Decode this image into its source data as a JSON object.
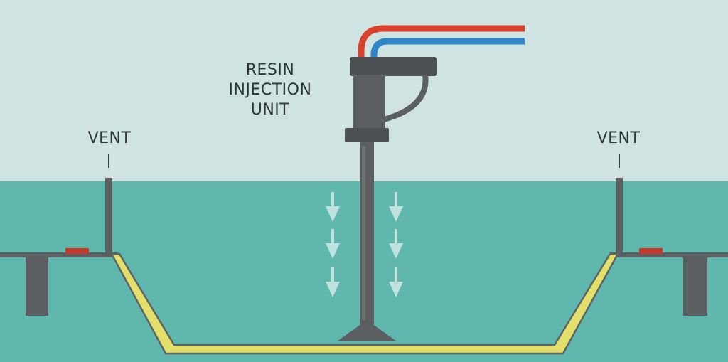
{
  "labels": {
    "resin_injection_unit": [
      "RESIN",
      "INJECTION",
      "UNIT"
    ],
    "vent_left": "VENT",
    "vent_right": "VENT"
  },
  "colors": {
    "sky": "#cfe3e2",
    "mold_water": "#5fb7ae",
    "laminate": "#e3df6b",
    "laminate_outline": "#5d6365",
    "metal": "#5b5f61",
    "metal_dark": "#3c4143",
    "hot_line": "#d9412c",
    "cold_line": "#2f86c8",
    "arrows": "#bfe2de",
    "seal": "#c8392a"
  }
}
